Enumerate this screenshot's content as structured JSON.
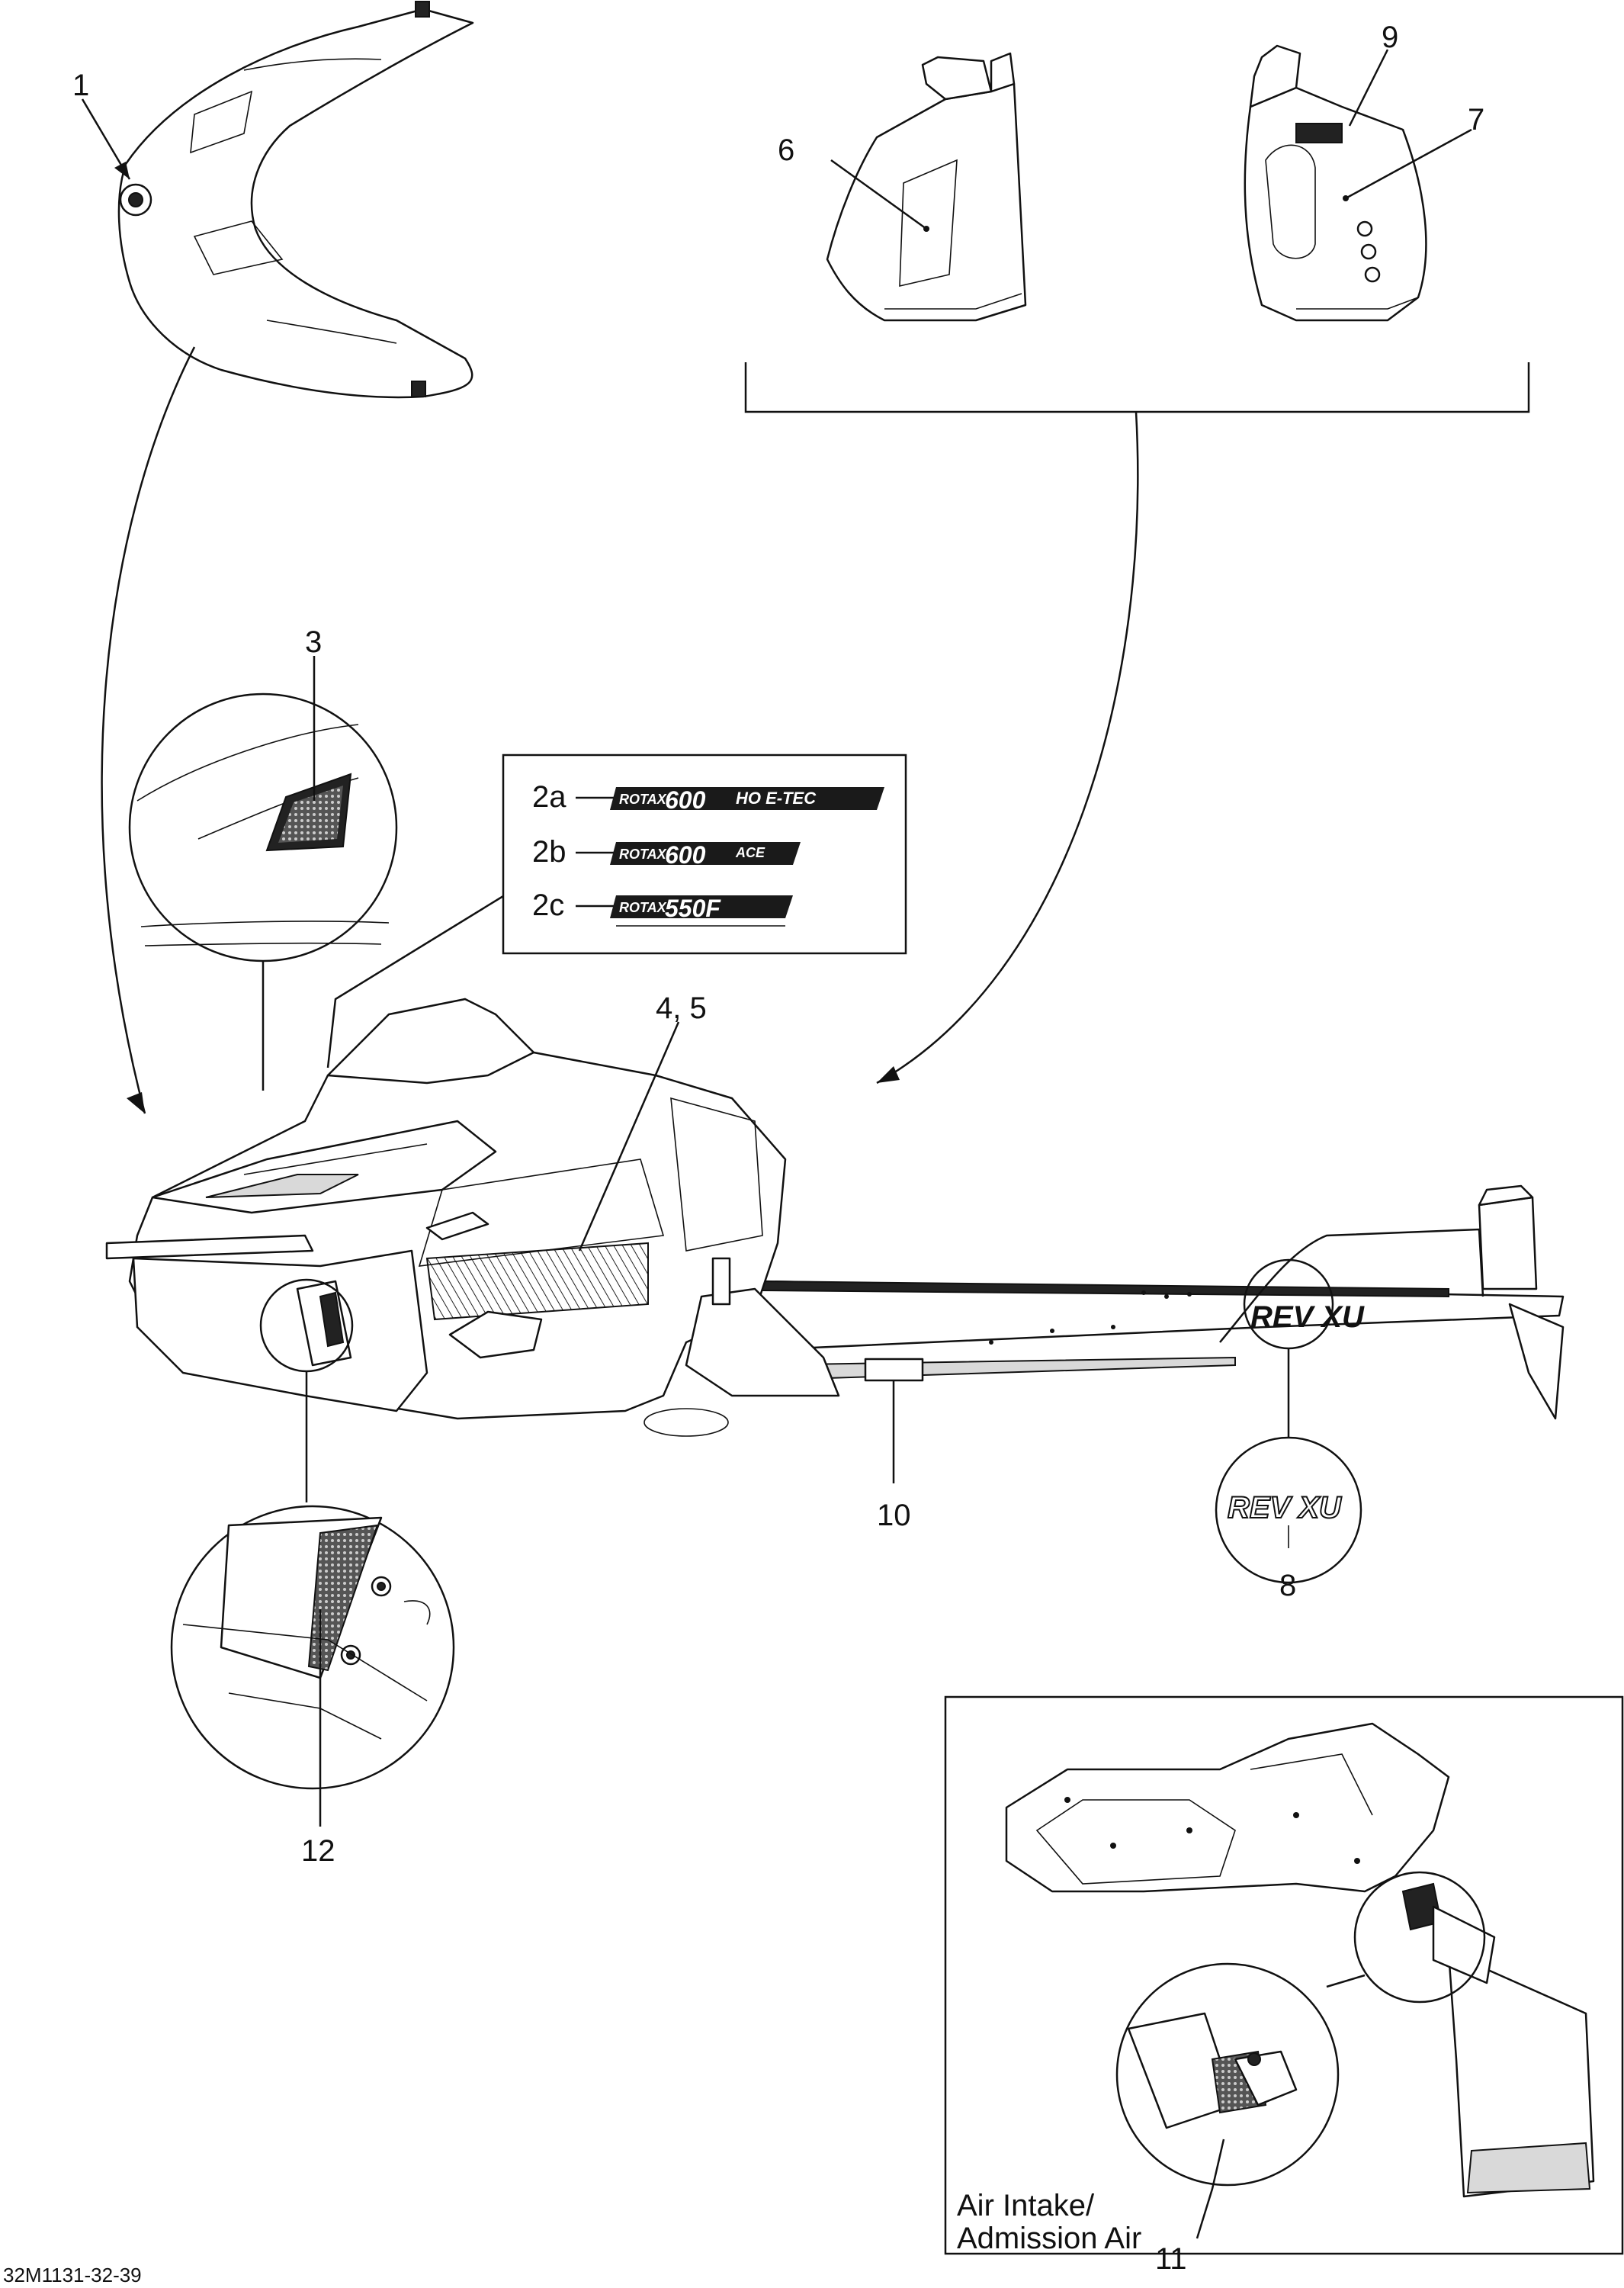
{
  "callouts": {
    "c1": "1",
    "c2a": "2a",
    "c2b": "2b",
    "c2c": "2c",
    "c3": "3",
    "c45": "4, 5",
    "c6": "6",
    "c7": "7",
    "c8": "8",
    "c9": "9",
    "c10": "10",
    "c11": "11",
    "c12": "12"
  },
  "decals": {
    "d2a_brand": "ROTAX",
    "d2a_model": "600",
    "d2a_suffix": "HO E-TEC",
    "d2b_brand": "ROTAX",
    "d2b_model": "600",
    "d2b_suffix": "ACE",
    "d2c_brand": "ROTAX",
    "d2c_model": "550F",
    "rev_logo": "REV XU"
  },
  "inset": {
    "title_line1": "Air Intake/",
    "title_line2": "Admission Air"
  },
  "reference": "32M1131-32-39"
}
